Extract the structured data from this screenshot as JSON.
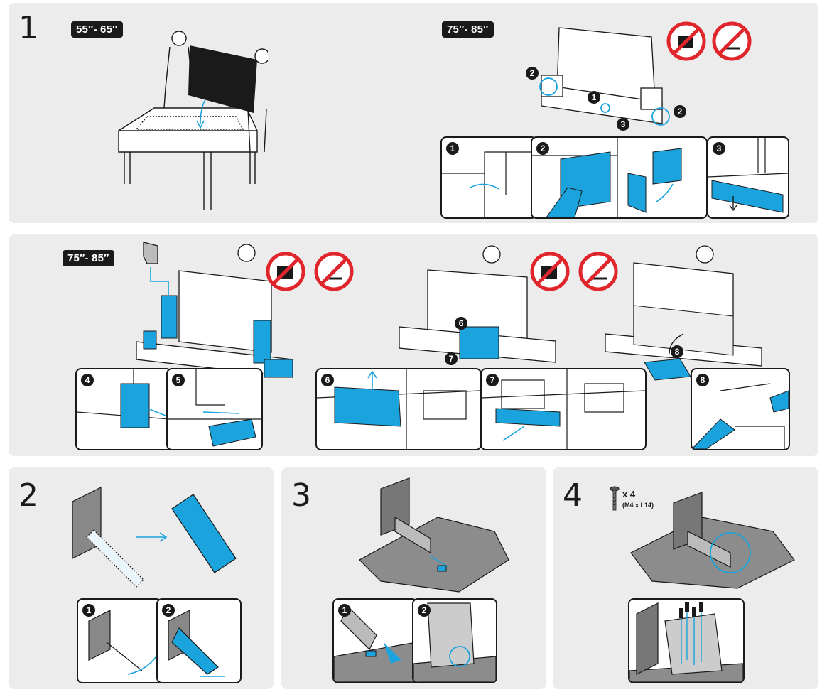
{
  "steps": {
    "s1": "1",
    "s2": "2",
    "s3": "3",
    "s4": "4"
  },
  "badges": {
    "small_size": "55″- 65″",
    "large_size_top": "75″- 85″",
    "large_size_mid": "75″- 85″"
  },
  "callouts": {
    "c1": "1",
    "c2": "2",
    "c3": "3",
    "c4": "4",
    "c5": "5",
    "c6": "6",
    "c7": "7",
    "c8": "8"
  },
  "screws": {
    "qty": "x 4",
    "spec": "(M4 x L14)"
  },
  "colors": {
    "accent": "#1aa3dc",
    "panel": "#ececec",
    "ink": "#1a1a1a",
    "warning": "#e0262b"
  }
}
